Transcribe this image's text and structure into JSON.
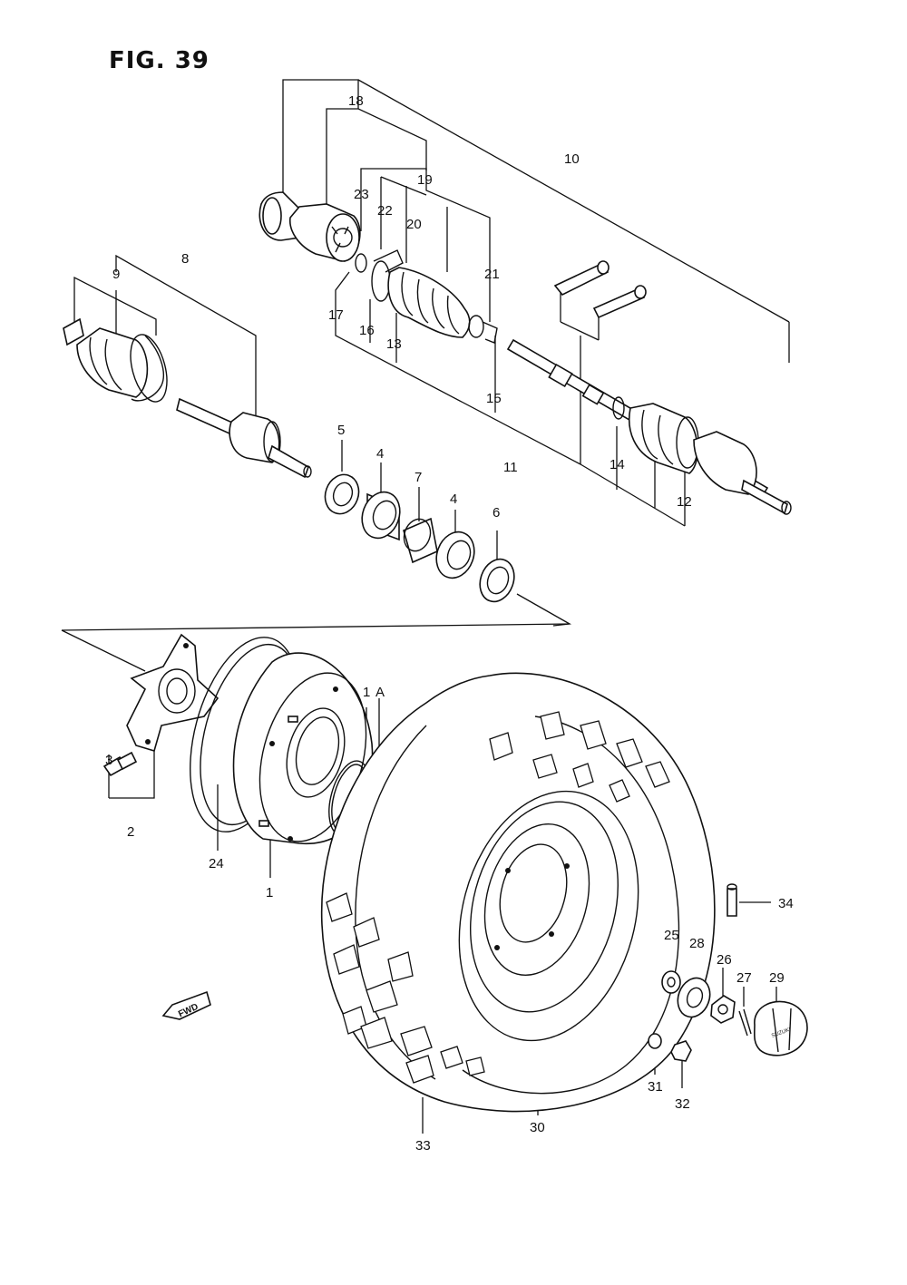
{
  "title": "FIG. 39",
  "callouts": {
    "c1": "1",
    "c1a_num": "1",
    "c1a_letter": "A",
    "c2": "2",
    "c3": "3",
    "c4a": "4",
    "c4b": "4",
    "c5": "5",
    "c6": "6",
    "c7": "7",
    "c8": "8",
    "c9": "9",
    "c10": "10",
    "c11": "11",
    "c12": "12",
    "c13": "13",
    "c14": "14",
    "c15": "15",
    "c16": "16",
    "c17": "17",
    "c18": "18",
    "c19": "19",
    "c20": "20",
    "c21": "21",
    "c22": "22",
    "c23": "23",
    "c24": "24",
    "c25": "25",
    "c26": "26",
    "c27": "27",
    "c28": "28",
    "c29": "29",
    "c30": "30",
    "c31": "31",
    "c32": "32",
    "c33": "33",
    "c34": "34"
  },
  "fwd_label": "FWD",
  "hubcap_logo": "SUZUKI"
}
